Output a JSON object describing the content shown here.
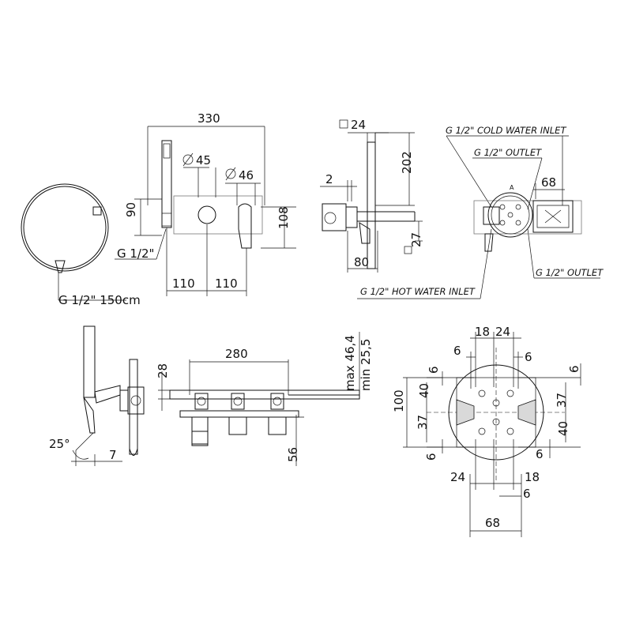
{
  "labels": {
    "w330": "330",
    "d45": "45",
    "d46": "46",
    "h90": "90",
    "h108": "108",
    "g12_inlet_left": "G 1/2\"",
    "s110a": "110",
    "s110b": "110",
    "hose": "G 1/2\" 150cm",
    "sq24": "24",
    "v202": "202",
    "t2": "2",
    "sq27": "27",
    "d80": "80",
    "hot_inlet": "G 1/2\" HOT WATER INLET",
    "cold_inlet": "G 1/2\" COLD WATER INLET",
    "outlet_top": "G 1/2\" OUTLET",
    "outlet_bottom": "G 1/2\" OUTLET",
    "w68_top": "68",
    "mark_a": "A",
    "h28": "28",
    "w280": "280",
    "max": "max 46,4",
    "min": "min 25,5",
    "h56": "56",
    "angle25": "25°",
    "w7": "7",
    "t18": "18",
    "t24": "24",
    "t6a": "6",
    "t6b": "6",
    "l6": "6",
    "l40": "40",
    "l37": "37",
    "l100": "100",
    "l6b": "6",
    "r6": "6",
    "r37": "37",
    "r40": "40",
    "r6b": "6",
    "b24": "24",
    "b18": "18",
    "b6": "6",
    "b68": "68"
  }
}
